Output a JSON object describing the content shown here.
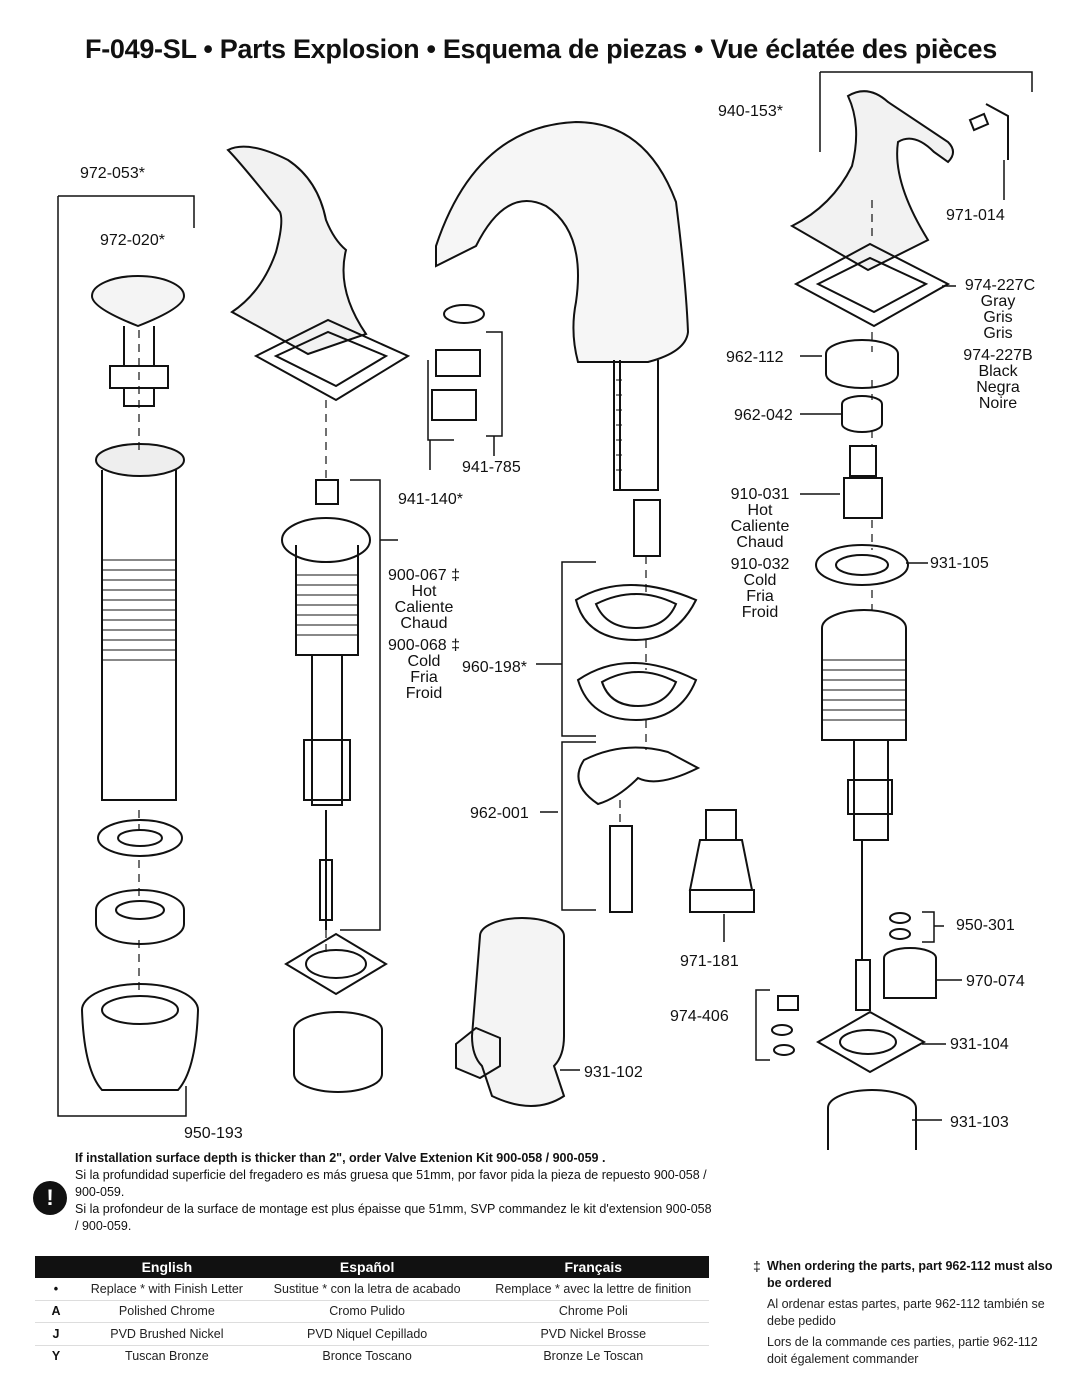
{
  "title": "F-049-SL • Parts Explosion • Esquema de piezas • Vue éclatée des pièces",
  "labels": {
    "p940_153": "940-153*",
    "p971_014": "971-014",
    "p974_227c": [
      "974-227C",
      "Gray",
      "Gris",
      "Gris"
    ],
    "p974_227b": [
      "974-227B",
      "Black",
      "Negra",
      "Noire"
    ],
    "p962_112": "962-112",
    "p962_042": "962-042",
    "p910_031": [
      "910-031",
      "Hot",
      "Caliente",
      "Chaud"
    ],
    "p910_032": [
      "910-032",
      "Cold",
      "Fria",
      "Froid"
    ],
    "p931_105": "931-105",
    "p950_301": "950-301",
    "p970_074": "970-074",
    "p974_406": "974-406",
    "p931_104": "931-104",
    "p931_103": "931-103",
    "p931_102": "931-102",
    "p971_181": "971-181",
    "p962_001": "962-001",
    "p960_198": "960-198*",
    "p941_785": "941-785",
    "p941_140": "941-140*",
    "p900_067": [
      "900-067 ‡",
      "Hot",
      "Caliente",
      "Chaud"
    ],
    "p900_068": [
      "900-068 ‡",
      "Cold",
      "Fria",
      "Froid"
    ],
    "p972_053": "972-053*",
    "p972_020": "972-020*",
    "p950_193": "950-193"
  },
  "note": [
    "If installation surface depth is thicker than 2\", order Valve Extenion Kit 900-058 / 900-059 .",
    "Si la profundidad superficie del fregadero es más gruesa que 51mm, por favor pida la pieza de repuesto 900-058 / 900-059.",
    "Si la profondeur de la surface de montage est plus épaisse que 51mm, SVP commandez le kit d'extension 900-058 / 900-059."
  ],
  "warning_symbol": "!",
  "finish_table": {
    "headers": [
      "English",
      "Español",
      "Français"
    ],
    "rows": [
      {
        "code": "•",
        "en": "Replace * with Finish Letter",
        "es": "Sustitue * con la letra de acabado",
        "fr": "Remplace * avec la lettre de finition"
      },
      {
        "code": "A",
        "en": "Polished Chrome",
        "es": "Cromo Pulido",
        "fr": "Chrome Poli"
      },
      {
        "code": "J",
        "en": "PVD Brushed Nickel",
        "es": "PVD Niquel Cepillado",
        "fr": "PVD Nickel Brosse"
      },
      {
        "code": "Y",
        "en": "Tuscan Bronze",
        "es": "Bronce Toscano",
        "fr": "Bronze Le Toscan"
      }
    ]
  },
  "order_note": {
    "dagger": "‡",
    "lines": [
      "When ordering the parts, part 962-112 must also be ordered",
      "Al ordenar estas partes, parte 962-112 también se debe pedido",
      "Lors de la commande ces parties, partie 962-112 doit également commander"
    ]
  }
}
